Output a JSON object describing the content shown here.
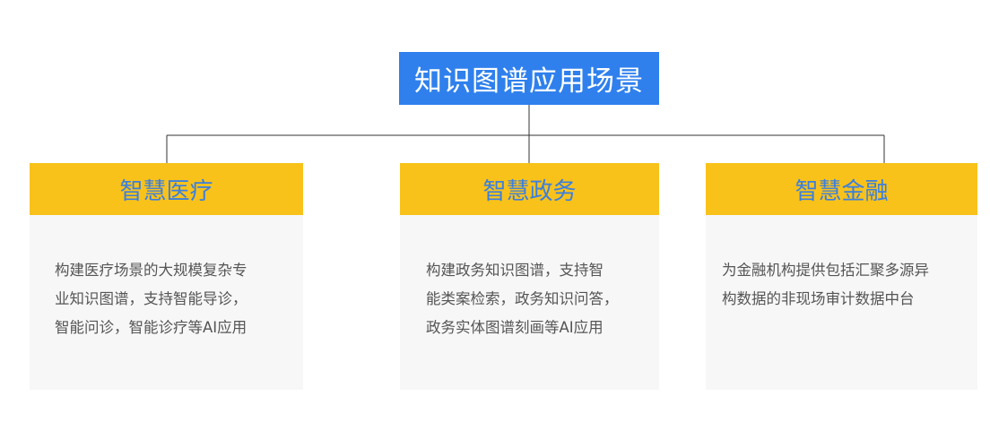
{
  "root": {
    "title": "知识图谱应用场景"
  },
  "branches": [
    {
      "title": "智慧医疗",
      "lines": [
        "构建医疗场景的大规模复杂专",
        "业知识图谱，支持智能导诊，",
        "智能问诊，智能诊疗等AI应用"
      ]
    },
    {
      "title": "智慧政务",
      "lines": [
        "构建政务知识图谱，支持智",
        "能类案检索，政务知识问答，",
        "政务实体图谱刻画等AI应用"
      ]
    },
    {
      "title": "智慧金融",
      "lines": [
        "为金融机构提供包括汇聚多源异",
        "构数据的非现场审计数据中台"
      ]
    }
  ],
  "colors": {
    "root_bg": "#2f80ed",
    "header_bg": "#f9c21a",
    "header_text": "#3a7fe0",
    "body_bg": "#f7f7f7",
    "connector": "#333333"
  }
}
